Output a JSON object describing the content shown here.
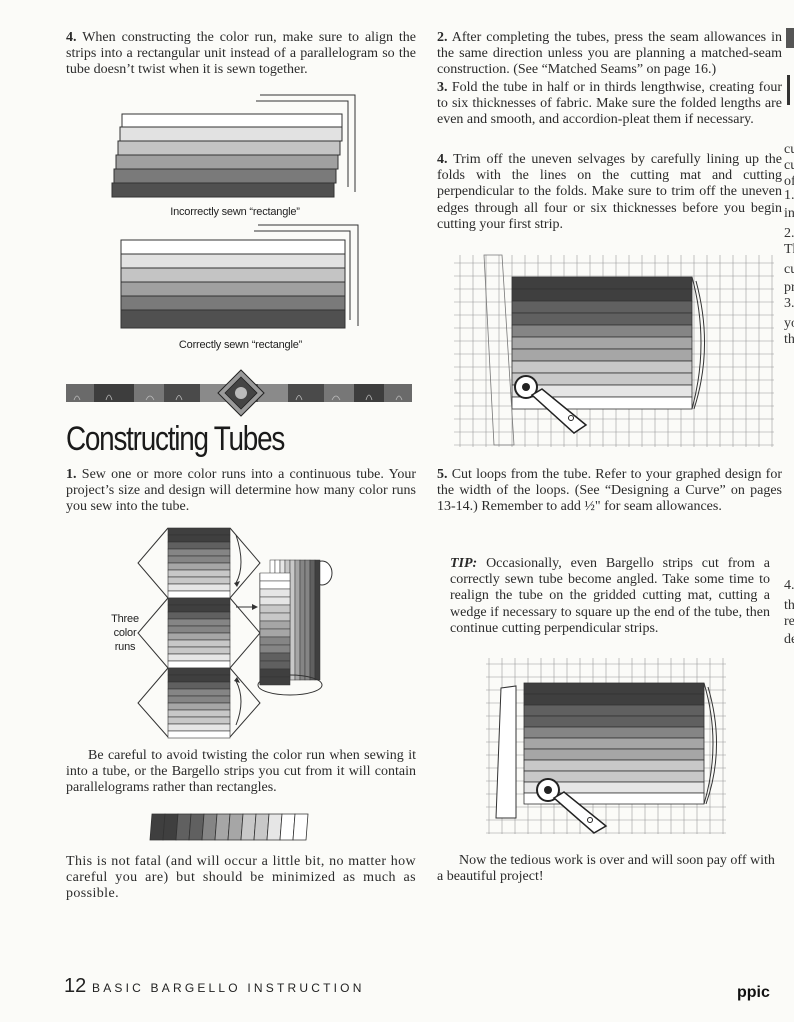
{
  "left": {
    "step4": {
      "num": "4.",
      "text": "When constructing the color run, make sure to align the strips into a rectangular unit instead of a parallelogram so the tube doesn’t twist when it is sewn together."
    },
    "caption_incorrect": "Incorrectly sewn “rectangle”",
    "caption_correct": "Correctly sewn “rectangle”",
    "heading": "Constructing Tubes",
    "step1": {
      "num": "1.",
      "text": "Sew one or more color runs into a continuous tube. Your project’s size and design will determine how many color runs you sew into the tube."
    },
    "three_label": "Three",
    "color_label": "color",
    "runs_label": "runs",
    "careful_text": "Be careful to avoid twisting the color run when sewing it into a tube, or the Bargello strips you cut from it will contain parallelograms rather than rectangles.",
    "notfatal_text": "This is not fatal (and will occur a little bit, no matter how careful you are) but should be minimized as much as possible."
  },
  "right": {
    "step2": {
      "num": "2.",
      "text": "After completing the tubes, press the seam allowances in the same direction unless you are planning a matched-seam construction. (See “Matched Seams” on page 16.)"
    },
    "step3": {
      "num": "3.",
      "text": "Fold the tube in half or in thirds lengthwise, creating four to six thicknesses of fabric. Make sure the folded lengths are even and smooth, and accordion-pleat them if necessary."
    },
    "step4": {
      "num": "4.",
      "text": "Trim off the uneven selvages by carefully lining up the folds with the lines on the cutting mat and cutting perpendicular to the folds. Make sure to trim off the uneven edges through all four or six thicknesses before you begin cutting your first strip."
    },
    "step5": {
      "num": "5.",
      "text": "Cut loops from the tube. Refer to your graphed design for the width of the loops. (See “Designing a Curve” on pages 13-14.) Remember to add ½\" for seam allowances."
    },
    "tip_label": "TIP:",
    "tip_text": "Occasionally, even Bargello strips cut from a correctly sewn tube become angled. Take some time to realign the tube on the gridded cutting mat, cutting a wedge if necessary to square up the end of the tube, then continue cutting perpendicular strips.",
    "closing_text": "Now the tedious work is over and will soon pay off with a beautiful project!"
  },
  "footer": {
    "page_number": "12",
    "section_title": "BASIC BARGELLO INSTRUCTION",
    "brand": "ppic"
  },
  "edge_fragments": [
    "cu",
    "cu",
    "of",
    "1.",
    "in",
    "2.",
    "Th",
    "cu",
    "pr",
    "3.",
    "yo",
    "th",
    "4.",
    "th",
    "re",
    "de"
  ],
  "colors": {
    "strip_shades": [
      "#ffffff",
      "#e6e6e6",
      "#c8c8c8",
      "#a6a6a6",
      "#858585",
      "#606060",
      "#3f3f3f"
    ]
  }
}
